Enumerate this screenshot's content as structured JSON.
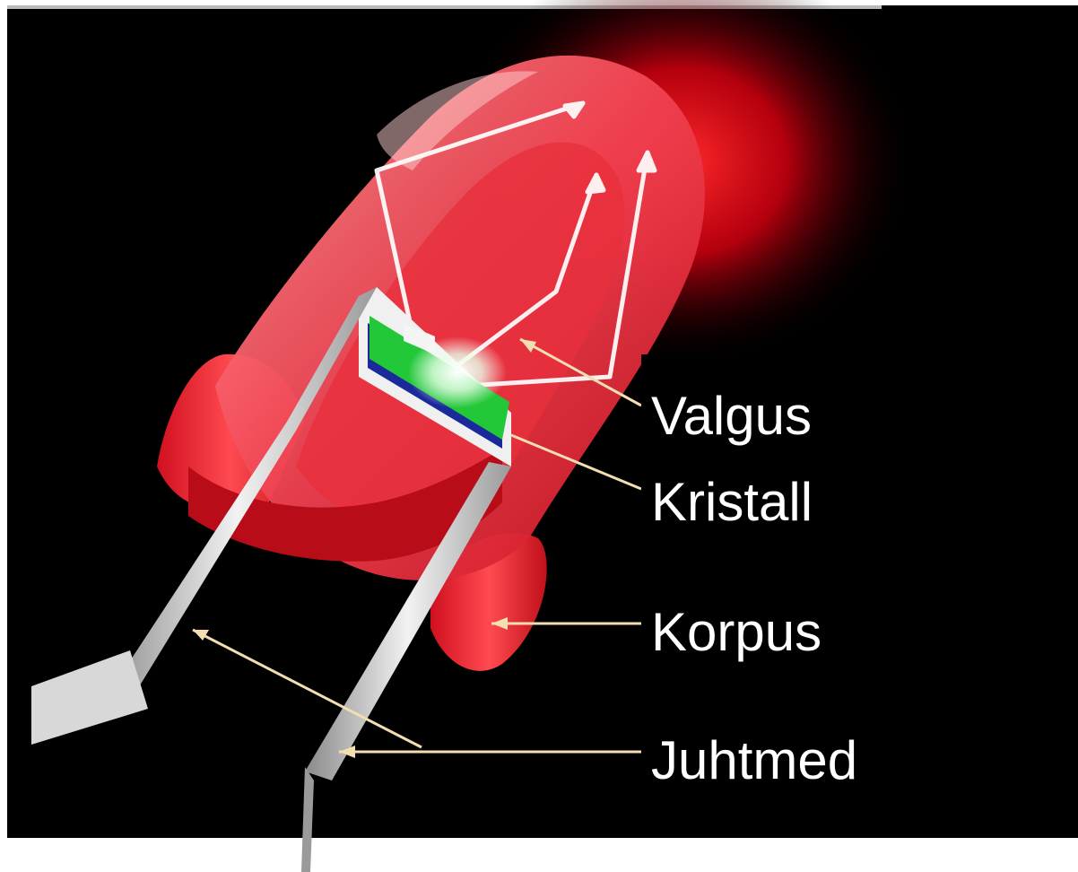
{
  "labels": {
    "light": "Valgus",
    "crystal": "Kristall",
    "body": "Korpus",
    "leads": "Juhtmed"
  },
  "colors": {
    "background": "#000000",
    "led_red": "#e0121f",
    "led_glow": "#ff1a1a",
    "crystal_green": "#22c838",
    "crystal_base": "#1a2a9a",
    "lead_metal": "#c8c8c8",
    "pointer_line": "#f2deb0",
    "label_text": "#ffffff"
  }
}
